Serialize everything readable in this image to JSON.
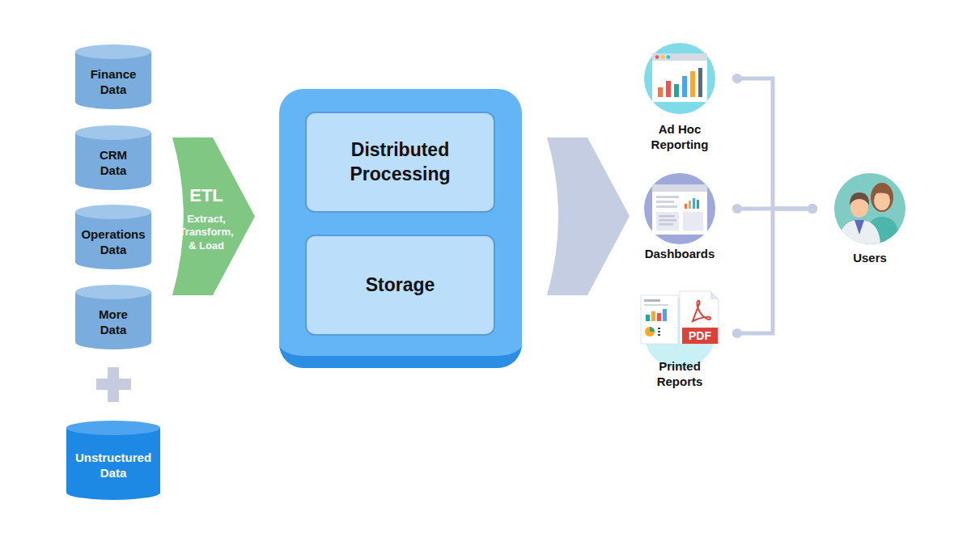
{
  "diagram": {
    "nodes": [
      {
        "text": [
          "Finance Data"
        ]
      },
      {
        "text": [
          "CRM Data"
        ]
      },
      {
        "text": [
          "Operations Data"
        ]
      },
      {
        "text": [
          "More Data"
        ]
      },
      {
        "text": [
          "Unstructured Data"
        ]
      },
      {
        "text": [
          "ETL",
          "Extract, Transform, & Load"
        ]
      },
      {
        "text": []
      },
      {
        "text": [
          "Distributed Processing"
        ],
        "in": 6
      },
      {
        "text": [
          "Storage"
        ],
        "in": 6
      },
      {
        "text": [
          "Ad Hoc Reporting"
        ]
      },
      {
        "text": [
          "Dashboards"
        ]
      },
      {
        "text": [
          "Printed Reports"
        ]
      },
      {
        "text": [
          "Users"
        ]
      }
    ],
    "edges": [
      {
        "from": 9,
        "to": 12,
        "arrow": "none"
      },
      {
        "from": 10,
        "to": 12,
        "arrow": "none"
      },
      {
        "from": 11,
        "to": 12,
        "arrow": "none"
      }
    ],
    "labels": [
      "PDF"
    ]
  }
}
